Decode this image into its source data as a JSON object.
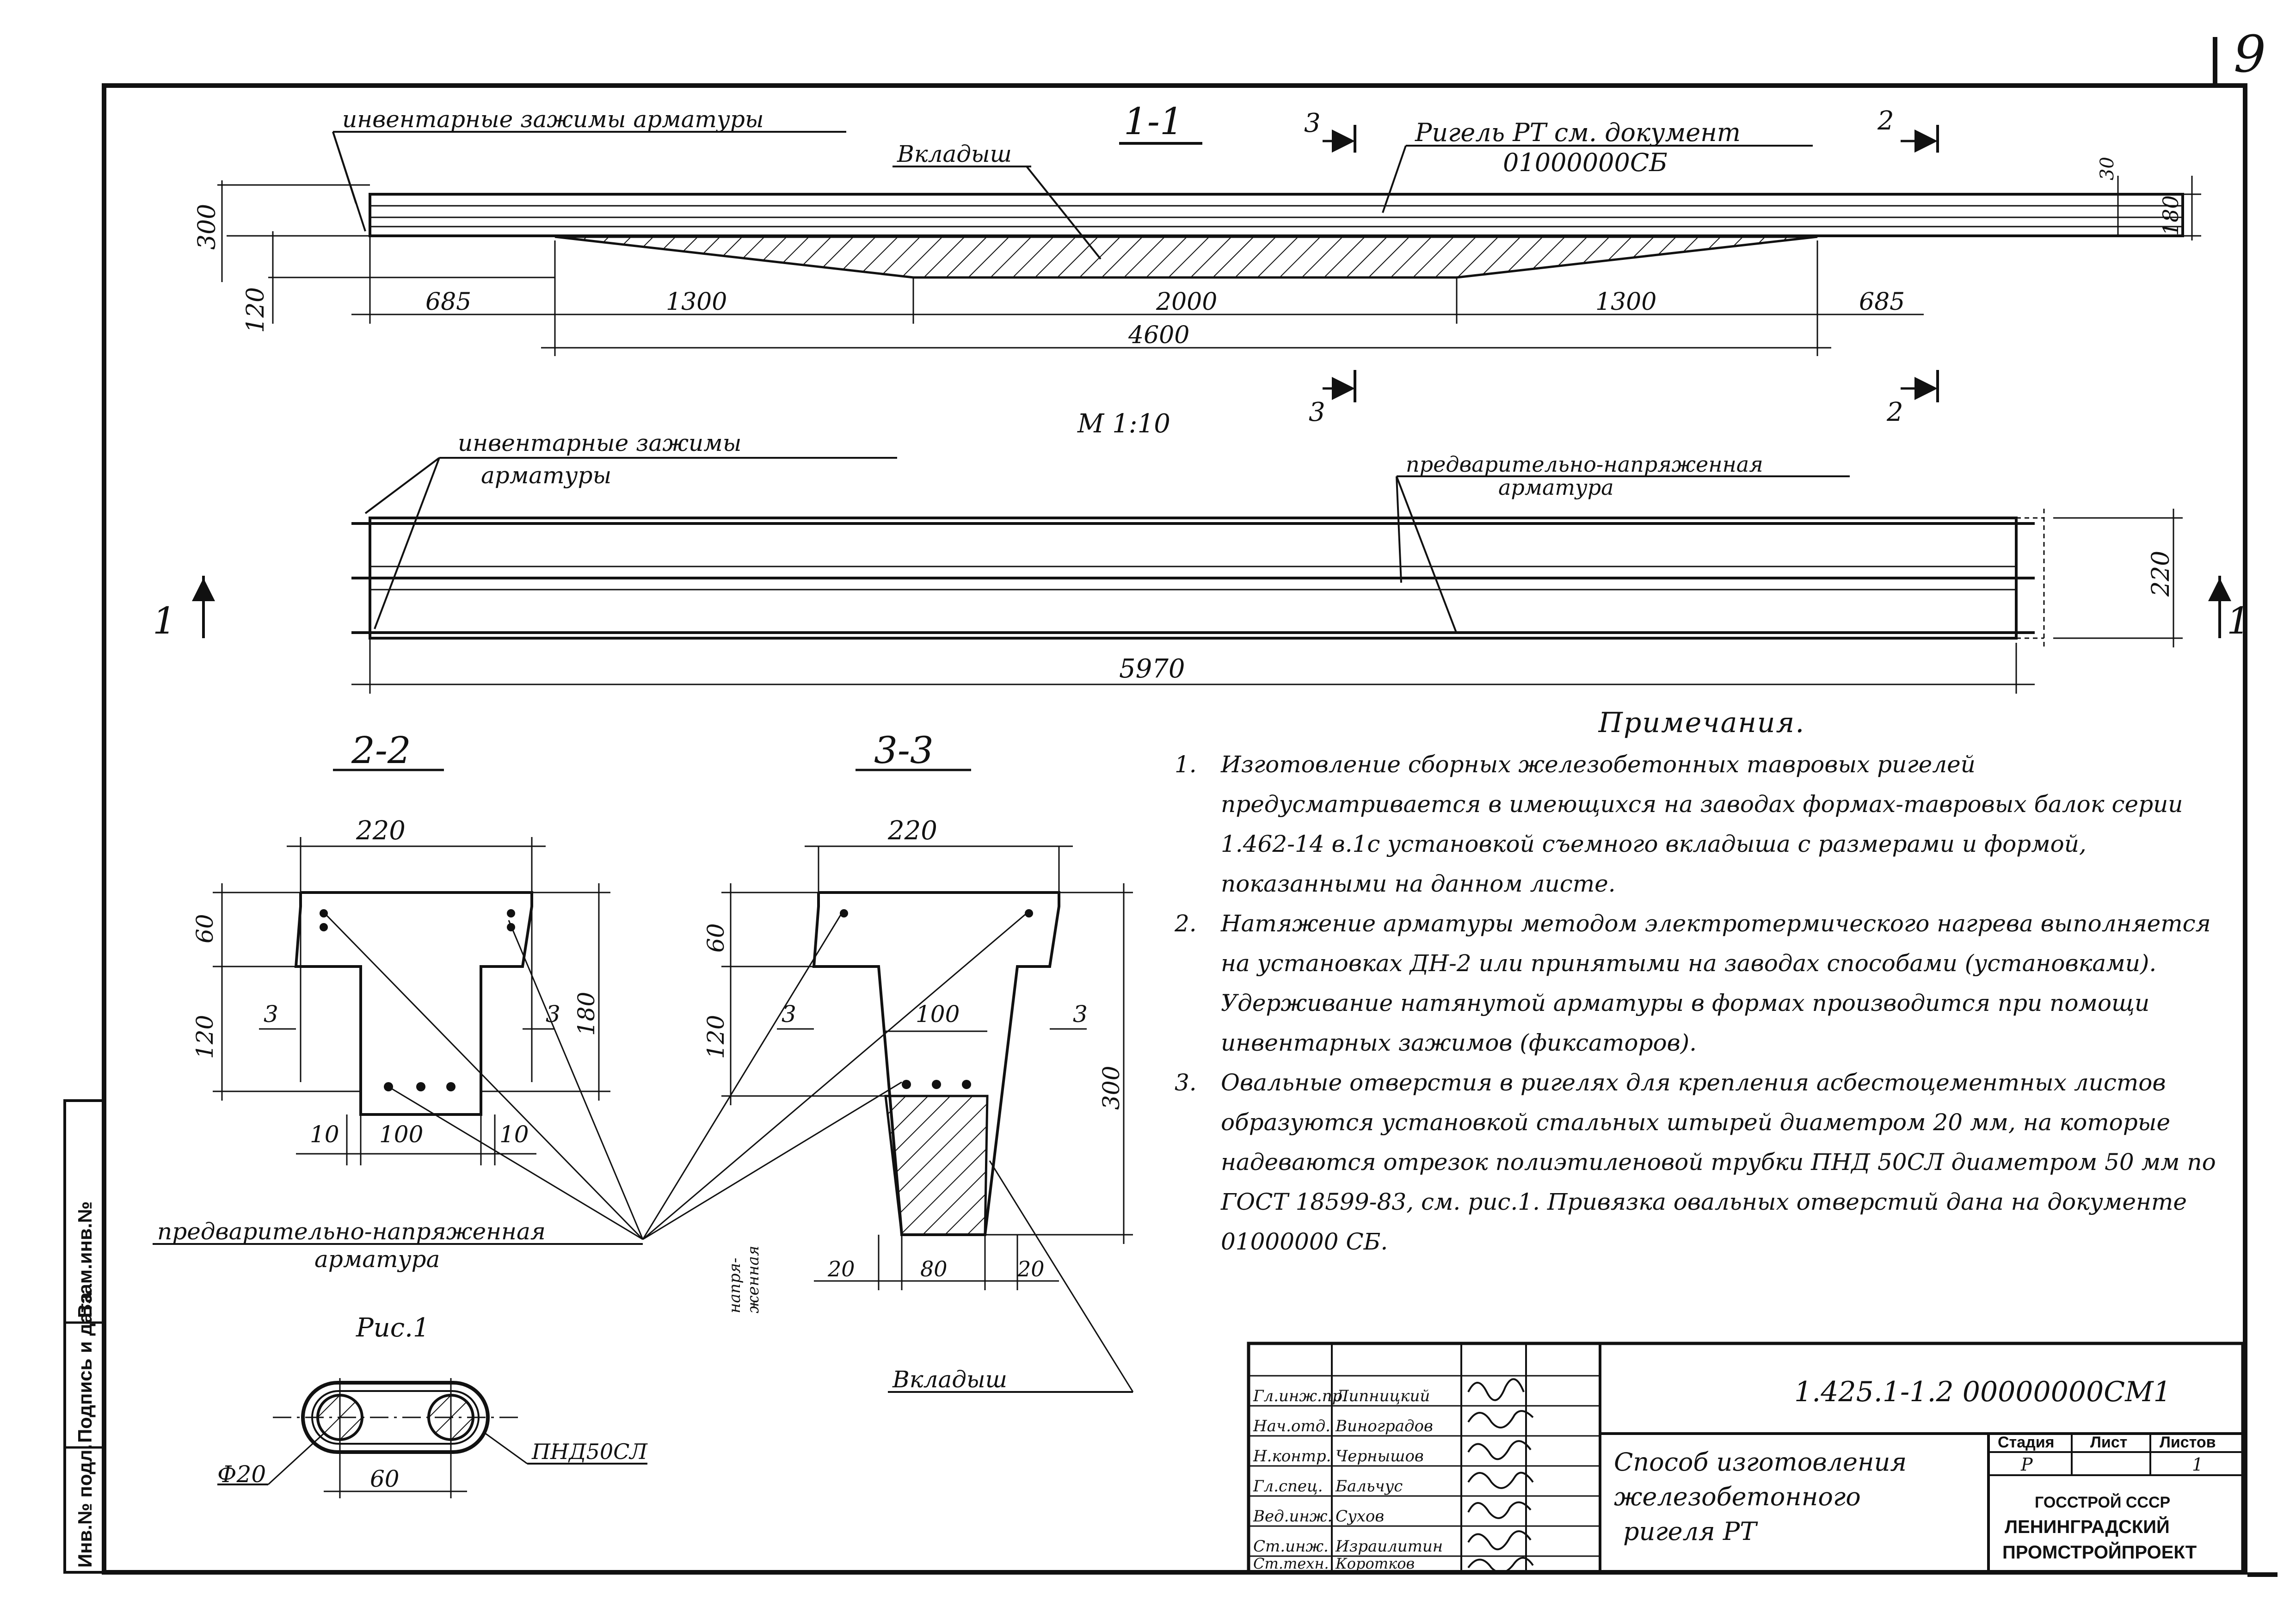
{
  "page_number": "9",
  "section_1_1": {
    "label": "1-1",
    "clamps_label": "инвентарные зажимы арматуры",
    "inserts_label": "Вкладыш",
    "rigel_ref_line1": "Ригель РТ см. документ",
    "rigel_ref_line2": "01000000СБ",
    "cut3_top": "3",
    "cut3_bottom": "3",
    "cut2_top": "2",
    "cut2_bottom": "2",
    "dim_300": "300",
    "dim_120": "120",
    "dim_30": "30",
    "dim_180": "180",
    "seg1": "685",
    "seg2": "1300",
    "seg3": "2000",
    "seg4": "1300",
    "seg5": "685",
    "total": "4600",
    "scale": "М 1:10"
  },
  "plan": {
    "clamps_line1": "инвентарные зажимы",
    "clamps_line2": "арматуры",
    "prestressed_line1": "предварительно-напряженная",
    "prestressed_line2": "арматура",
    "width": "220",
    "length": "5970",
    "cut_left": "1",
    "cut_right": "1"
  },
  "section_2_2": {
    "label": "2-2",
    "top_w": "220",
    "h60": "60",
    "h120": "120",
    "h180": "180",
    "gap_l": "3",
    "gap_r": "3",
    "b10_l": "10",
    "b100": "100",
    "b10_r": "10",
    "prestressed_line1": "предварительно-напряженная",
    "prestressed_line2": "арматура"
  },
  "section_3_3": {
    "label": "3-3",
    "top_w": "220",
    "h60": "60",
    "h120": "120",
    "h300": "300",
    "gap_l": "3",
    "gap_r": "3",
    "inner_w": "100",
    "b20_l": "20",
    "b80": "80",
    "b20_r": "20",
    "vert_line1": "напря-",
    "vert_line2": "женная",
    "inserts_label": "Вкладыш"
  },
  "fig1": {
    "title": "Рис.1",
    "dia": "Ф20",
    "pipe": "ПНД50СЛ",
    "width": "60"
  },
  "notes": {
    "title": "Примечания.",
    "items": [
      {
        "num": "1.",
        "text": "Изготовление сборных железобетонных тавровых ригелей предусматривается в имеющихся на заводах формах-тавровых балок серии 1.462-14 в.1с установкой съемного вкладыша с размерами и формой, показанными на данном листе."
      },
      {
        "num": "2.",
        "text": "Натяжение арматуры методом электротермического нагрева выполняется на установках ДН-2 или принятыми на заводах способами (установками). Удерживание натянутой арматуры в формах производится при помощи инвентарных зажимов (фиксаторов)."
      },
      {
        "num": "3.",
        "text": "Овальные отверстия в ригелях для крепления асбестоцементных листов образуются установкой стальных штырей диаметром 20 мм, на которые надеваются отрезок полиэтиленовой трубки ПНД 50СЛ диаметром 50 мм по ГОСТ 18599-83, см. рис.1. Привязка овальных отверстий дана на документе 01000000 СБ."
      }
    ]
  },
  "stamp": {
    "roles": [
      "Гл.инж.пр.",
      "Нач.отд.",
      "Н.контр.",
      "Гл.спец.",
      "Вед.инж.",
      "Ст.инж.",
      "Ст.техн."
    ],
    "names": [
      "Липницкий",
      "Виноградов",
      "Чернышов",
      "Бальчус",
      "Сухов",
      "Израилитин",
      "Коротков"
    ],
    "doc_code": "1.425.1-1.2 00000000СМ1",
    "title_line1": "Способ изготовления",
    "title_line2": "железобетонного",
    "title_line3": "ригеля РТ",
    "stage_hdr": "Стадия",
    "sheet_hdr": "Лист",
    "sheets_hdr": "Листов",
    "stage_val": "Р",
    "sheets_val": "1",
    "org_line1": "ГОССТРОЙ СССР",
    "org_line2": "ЛЕНИНГРАДСКИЙ",
    "org_line3": "ПРОМСТРОЙПРОЕКТ"
  },
  "side_stamp": {
    "inv": "Инв.№ подл.",
    "sign": "Подпись и дата",
    "vzam": "Взам.инв.№"
  }
}
